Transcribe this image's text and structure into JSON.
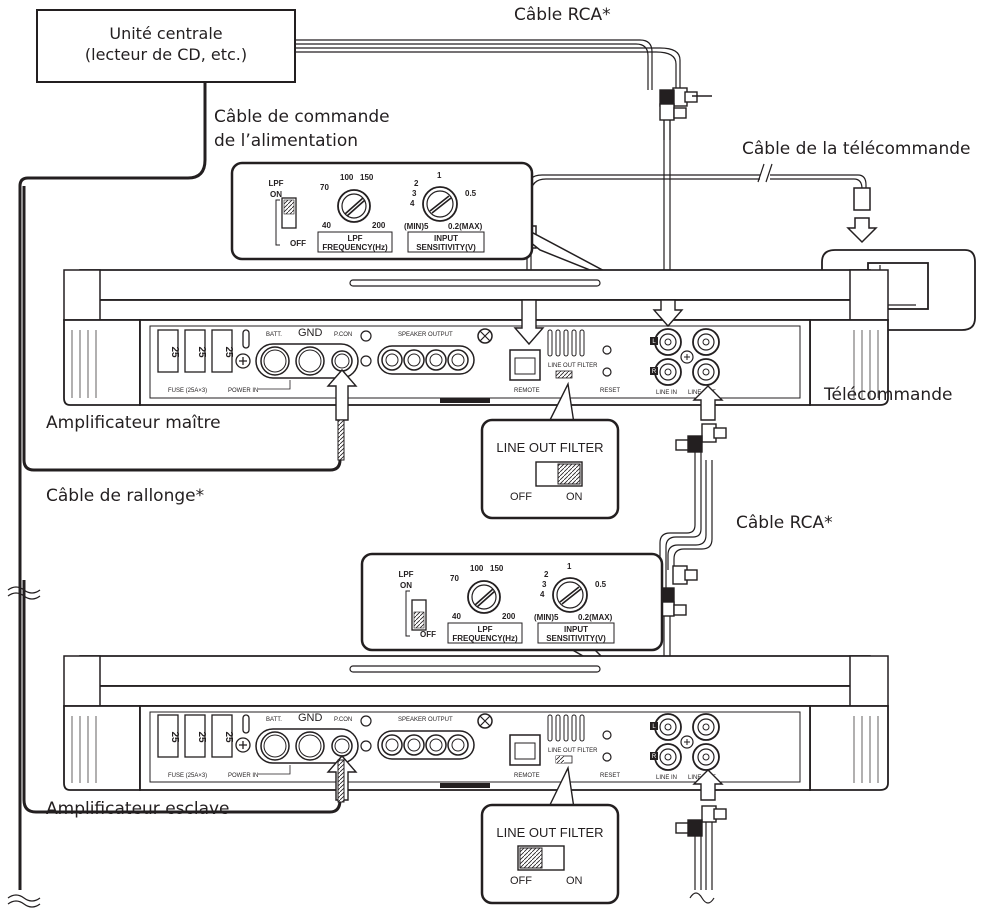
{
  "head_unit": {
    "line1": "Unité centrale",
    "line2": "(lecteur de CD, etc.)"
  },
  "captions": {
    "rca_top": "Câble RCA*",
    "power_control_line1": "Câble de commande",
    "power_control_line2": "de l’alimentation",
    "remote_cable": "Câble de la télécommande",
    "remote": "Télécommande",
    "master_amp": "Amplificateur maître",
    "extension_cable": "Câble de rallonge*",
    "rca_middle": "Câble RCA*",
    "slave_amp": "Amplificateur esclave"
  },
  "amp_panel": {
    "lpf": "LPF",
    "on": "ON",
    "off": "OFF",
    "freq_100": "100",
    "freq_150": "150",
    "freq_70": "70",
    "freq_40": "40",
    "freq_200": "200",
    "lpf_freq_line1": "LPF",
    "lpf_freq_line2": "FREQUENCY(Hz)",
    "sens_1": "1",
    "sens_2": "2",
    "sens_3": "3",
    "sens_4": "4",
    "sens_05": "0.5",
    "sens_min": "(MIN)5",
    "sens_max": "0.2(MAX)",
    "sens_line1": "INPUT",
    "sens_line2": "SENSITIVITY(V)",
    "batt": "BATT.",
    "gnd": "GND",
    "pcon": "P.CON",
    "speaker_output": "SPEAKER OUTPUT",
    "fuse_value": "25",
    "fuse_label": "FUSE (25A×3)",
    "power_in": "POWER IN",
    "remote": "REMOTE",
    "line_out_filter": "LINE OUT FILTER",
    "reset": "RESET",
    "line_in": "LINE IN",
    "line_out": "LINE OUT",
    "ch_l": "L",
    "ch_r": "R"
  },
  "lof_callout": {
    "title": "LINE OUT FILTER",
    "off": "OFF",
    "on": "ON"
  }
}
